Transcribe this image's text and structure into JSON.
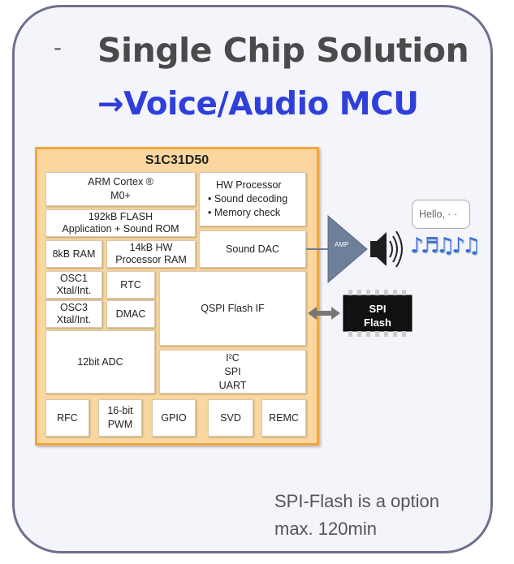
{
  "header": {
    "dash": "-",
    "title": "Single Chip Solution",
    "subtitle": "→Voice/Audio MCU"
  },
  "chip": {
    "name": "S1C31D50",
    "blocks": {
      "arm_line1": "ARM Cortex ®",
      "arm_line2": "M0+",
      "flash_line1": "192kB FLASH",
      "flash_line2": "Application + Sound ROM",
      "ram": "8kB RAM",
      "hwram_line1": "14kB HW",
      "hwram_line2": "Processor RAM",
      "osc1_line1": "OSC1",
      "osc1_line2": "Xtal/Int.",
      "rtc": "RTC",
      "osc3_line1": "OSC3",
      "osc3_line2": "Xtal/Int.",
      "dmac": "DMAC",
      "adc": "12bit ADC",
      "hwproc_title": "HW Processor",
      "hwproc_item1": "•  Sound decoding",
      "hwproc_item2": "•  Memory check",
      "dac": "Sound DAC",
      "qspi": "QSPI Flash IF",
      "i2c": "I²C",
      "spi": "SPI",
      "uart": "UART",
      "rfc": "RFC",
      "pwm_line1": "16-bit",
      "pwm_line2": "PWM",
      "gpio": "GPIO",
      "svd": "SVD",
      "remc": "REMC"
    }
  },
  "external": {
    "amp": "AMP",
    "spi_flash_line1": "SPI",
    "spi_flash_line2": "Flash",
    "speech": "Hello, · ·",
    "notes": "♪♬♫♪♫",
    "accent_color": "#2f3fd9"
  },
  "notes": {
    "line1": "SPI-Flash is a option",
    "line2": "max. 120min"
  }
}
